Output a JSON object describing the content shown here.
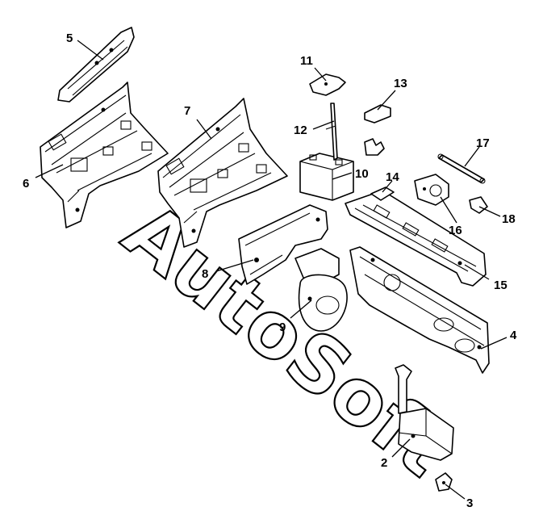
{
  "labels": {
    "p2": "2",
    "p3": "3",
    "p4": "4",
    "p5": "5",
    "p6": "6",
    "p7": "7",
    "p8": "8",
    "p9": "9",
    "p10": "10",
    "p11": "11",
    "p12": "12",
    "p13": "13",
    "p14": "14",
    "p15": "15",
    "p16": "16",
    "p17": "17",
    "p18": "18"
  },
  "watermark": "AutoSoft"
}
